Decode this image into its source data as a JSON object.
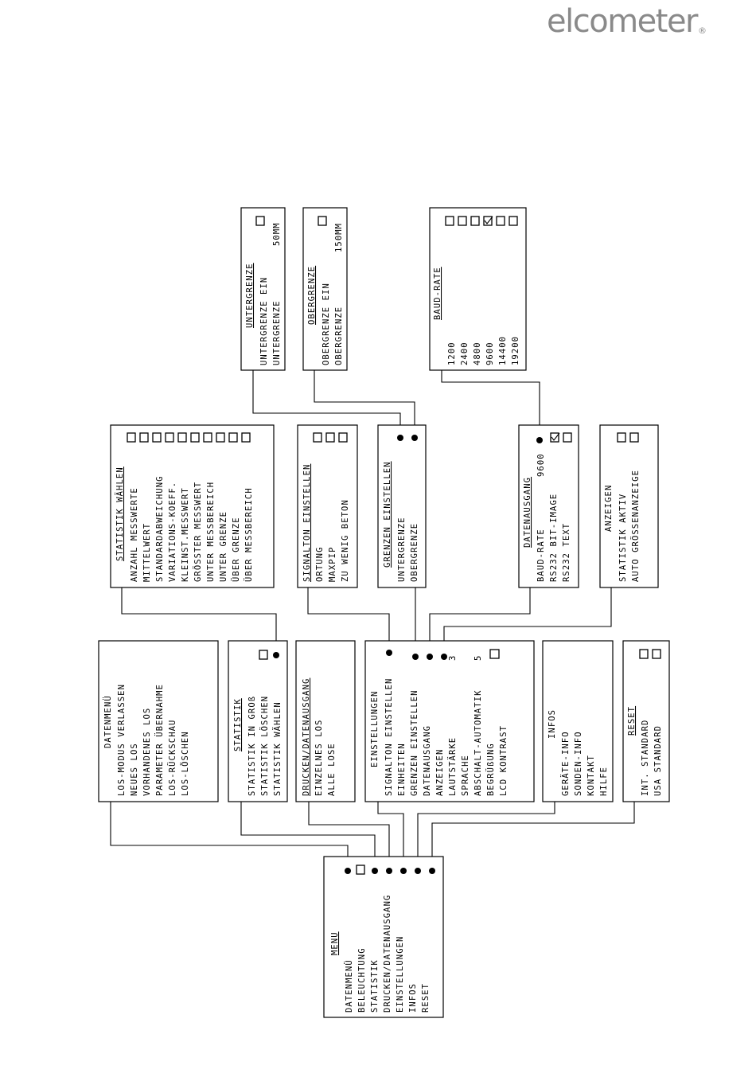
{
  "brand": {
    "logo_text": "elcometer",
    "logo_mark": "®"
  },
  "menus": {
    "menu": {
      "title": "MENU",
      "items": [
        "DATENMENÜ",
        "BELEUCHTUNG",
        "STATISTIK",
        "DRUCKEN/DATENAUSGANG",
        "EINSTELLUNGEN",
        "INFOS",
        "RESET"
      ]
    },
    "datenmenu": {
      "title": "DATENMENÜ",
      "items": [
        "LOS-MODUS VERLASSEN",
        "NEUES LOS",
        "VORHANDENES LOS",
        "PARAMETER ÜBERNAHME",
        "LOS-RÜCKSCHAU",
        "LOS-LÖSCHEN"
      ]
    },
    "statistik": {
      "title": "STATISTIK",
      "items": [
        "STATISTIK IN GROß",
        "STATISTIK LÖSCHEN",
        "STATISTIK WÄHLEN"
      ]
    },
    "drucken": {
      "title": "DRUCKEN/DATENAUSGANG",
      "items": [
        "EINZELNES LOS",
        "ALLE LOSE"
      ]
    },
    "einstellungen": {
      "title": "EINSTELLUNGEN",
      "items": [
        "SIGNALTON EINSTELLEN",
        "EINHEITEN",
        "GRENZEN EINSTELLEN",
        "DATENAUSGANG",
        "ANZEIGEN",
        "LAUTSTÄRKE",
        "SPRACHE",
        "ABSCHALT-AUTOMATIK",
        "BEGRÜßUNG",
        "LCD KONTRAST"
      ],
      "lautstaerke_value": "3",
      "abschalt_value": "5"
    },
    "infos": {
      "title": "INFOS",
      "items": [
        "GERÄTE-INFO",
        "SONDEN-INFO",
        "KONTAKT",
        "HILFE"
      ]
    },
    "reset": {
      "title": "RESET",
      "items": [
        "INT. STANDARD",
        "USA STANDARD"
      ]
    },
    "statistik_waehlen": {
      "title": "STATISTIK WÄHLEN",
      "items": [
        "ANZAHL MESSWERTE",
        "MITTELWERT",
        "STANDARDABWEICHUNG",
        "VARIATIONS-KOEFF.",
        "KLEINST.MESSWERT",
        "GRÖSSTER MESSWERT",
        "UNTER MESSBEREICH",
        "UNTER GRENZE",
        "ÜBER GRENZE",
        "ÜBER MESSBEREICH"
      ]
    },
    "signalton": {
      "title": "SIGNALTON EINSTELLEN",
      "items": [
        "ORTUNG",
        "MAXPIP",
        "ZU WENIG BETON"
      ]
    },
    "grenzen": {
      "title": "GRENZEN EINSTELLEN",
      "items": [
        "UNTERGRENZE",
        "OBERGRENZE"
      ]
    },
    "datenausgang": {
      "title": "DATENAUSGANG",
      "items": [
        "BAUD-RATE",
        "RS232 BIT-IMAGE",
        "RS232 TEXT"
      ],
      "baud_value": "9600"
    },
    "anzeigen": {
      "title": "ANZEIGEN",
      "items": [
        "STATISTIK AKTIV",
        "AUTO GRÖSSENANZEIGE"
      ]
    },
    "untergrenze": {
      "title": "UNTERGRENZE",
      "items": [
        "UNTERGRENZE EIN",
        "UNTERGRENZE"
      ],
      "value": "50MM"
    },
    "obergrenze": {
      "title": "OBERGRENZE",
      "items": [
        "OBERGRENZE EIN",
        "OBERGRENZE"
      ],
      "value": "150MM"
    },
    "baudrate": {
      "title": "BAUD-RATE",
      "items": [
        "1200",
        "2400",
        "4800",
        "9600",
        "14400",
        "19200"
      ]
    }
  }
}
